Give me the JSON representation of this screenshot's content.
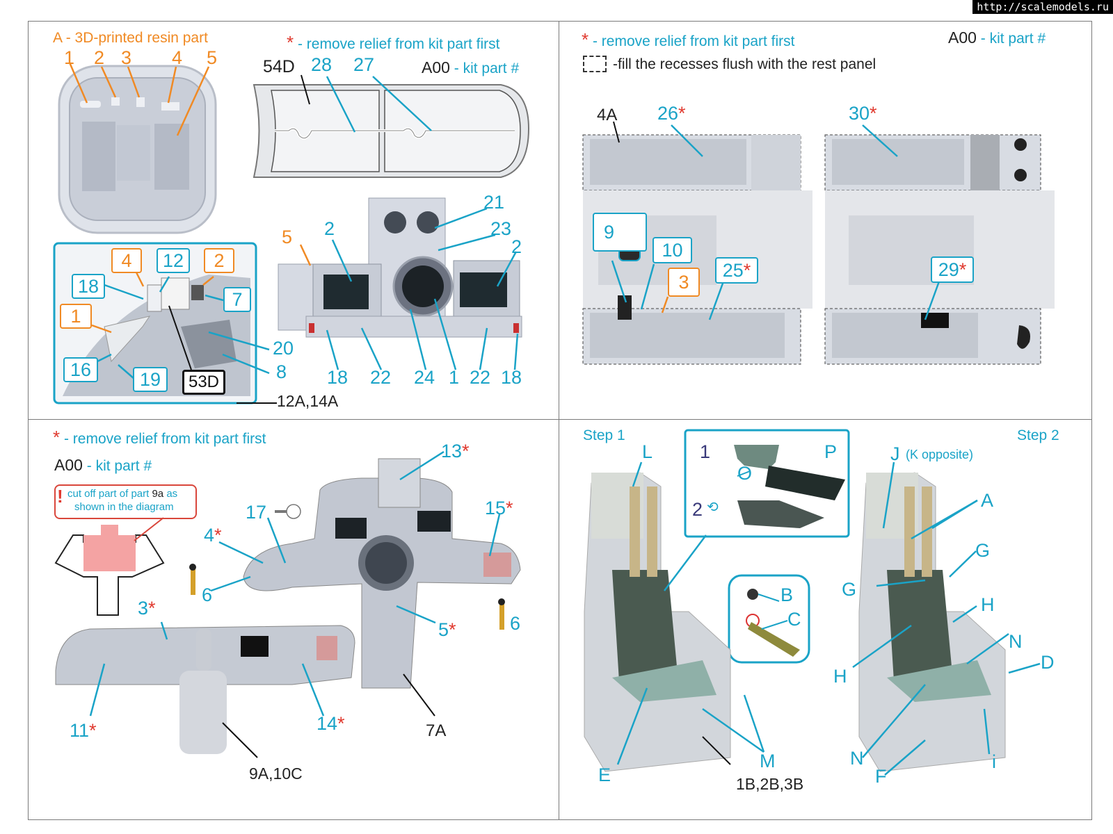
{
  "watermark": "http://scalemodels.ru",
  "q1": {
    "legend_a_letter": "A",
    "legend_a_text": " - 3D-printed resin part",
    "remove_note": " - remove relief from kit part first",
    "kit_part_code": "A00",
    "kit_part_text": " - kit part #",
    "labels_orange_top": [
      "1",
      "2",
      "3",
      "4",
      "5"
    ],
    "label_54D": "54D",
    "label_28": "28",
    "label_27": "27",
    "label_5": "5",
    "label_2a": "2",
    "label_21": "21",
    "label_23": "23",
    "label_2b": "2",
    "inset": {
      "l4": "4",
      "l12": "12",
      "l2": "2",
      "l18": "18",
      "l7": "7",
      "l1": "1",
      "l20": "20",
      "l8": "8",
      "l16": "16",
      "l19": "19",
      "l53D": "53D"
    },
    "bottom_labels": [
      "18",
      "22",
      "24",
      "1",
      "22",
      "18"
    ],
    "label_12A14A": "12A,14A"
  },
  "q2": {
    "remove_note": " - remove relief from kit part first",
    "kit_part_code": "A00",
    "kit_part_text": " - kit part #",
    "fill_note": "-fill the recesses flush with the rest panel",
    "l4A": "4A",
    "l26": "26",
    "l30": "30",
    "l9": "9",
    "l10": "10",
    "l3": "3",
    "l25": "25",
    "l29": "29"
  },
  "q3": {
    "remove_note": " - remove relief from kit part first",
    "kit_part_code": "A00",
    "kit_part_text": " - kit part #",
    "cut_note_1a": "cut off part of part ",
    "cut_note_1b": "9a",
    "cut_note_1c": " as",
    "cut_note_2": "shown in the diagram",
    "l13": "13",
    "l17": "17",
    "l15": "15",
    "l4": "4",
    "l6a": "6",
    "l6b": "6",
    "l3": "3",
    "l5": "5",
    "l11": "11",
    "l14": "14",
    "l7A": "7A",
    "l9A10C": "9A,10C"
  },
  "q4": {
    "step1": "Step 1",
    "step2": "Step 2",
    "inset_n1": "1",
    "inset_n2": "2",
    "lL": "L",
    "lP": "P",
    "lO": "O",
    "lB": "B",
    "lC": "C",
    "lE": "E",
    "lM": "M",
    "l1B2B3B": "1B,2B,3B",
    "lJ": "J",
    "lKopp": "(K opposite)",
    "lA": "A",
    "lG1": "G",
    "lG2": "G",
    "lH1": "H",
    "lH2": "H",
    "lN1": "N",
    "lN2": "N",
    "lD": "D",
    "lF": "F",
    "li": "i"
  },
  "colors": {
    "accent_blue": "#1aa3c7",
    "accent_orange": "#f08a24",
    "accent_red": "#e03a2f"
  }
}
